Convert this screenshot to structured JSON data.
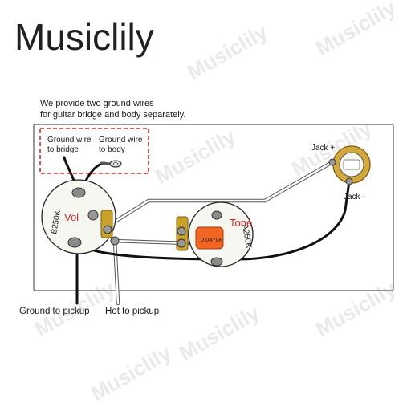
{
  "brand": {
    "title": "Musiclily",
    "watermark": "Musiclily"
  },
  "notes": {
    "line1": "We provide two ground wires",
    "line2": "for guitar bridge and body separately."
  },
  "ground_box": {
    "bridge_line1": "Ground wire",
    "bridge_line2": "to bridge",
    "body_line1": "Ground wire",
    "body_line2": "to body"
  },
  "components": {
    "volume_pot_label": "Vol",
    "volume_pot_value": "B250K",
    "tone_pot_label": "Tone",
    "tone_pot_value": "A250K",
    "capacitor_value": "0.047uF",
    "jack_plus": "Jack +",
    "jack_minus": "Jack -"
  },
  "leads": {
    "ground_to_pickup": "Ground to pickup",
    "hot_to_pickup": "Hot to pickup"
  },
  "colors": {
    "accent_red": "#d62828",
    "capacitor": "#f26522",
    "pot_body": "#f7f7f2",
    "lug_gold": "#c9a227"
  }
}
